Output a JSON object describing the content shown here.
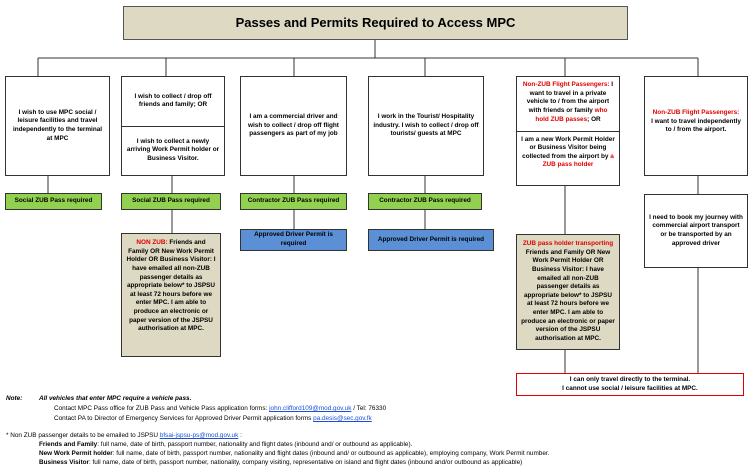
{
  "title": "Passes and Permits Required to Access MPC",
  "columns": [
    {
      "statement": "I wish to use MPC social / leisure facilities and travel independently to the terminal at MPC",
      "pass": "Social ZUB Pass required"
    },
    {
      "statement_a": "I wish to collect / drop off friends and family; OR",
      "statement_b": "I wish to collect a newly arriving Work Permit holder or Business Visitor.",
      "pass": "Social ZUB Pass required",
      "note_prefix": "NON ZUB:",
      "note_text": " Friends and Family OR New Work Permit Holder OR Business Visitor: I have emailed all non-ZUB passenger details as appropriate below* to JSPSU at least 72 hours before we enter MPC. I am able to produce an electronic or paper version of the JSPSU authorisation at MPC."
    },
    {
      "statement": "I am a commercial driver and wish to collect / drop off flight passengers as part of my job",
      "pass": "Contractor ZUB Pass required",
      "permit": "Approved Driver Permit is required"
    },
    {
      "statement": "I work in the Tourist/ Hospitality industry. I wish to collect / drop off tourists/ guests at MPC",
      "pass": "Contractor ZUB Pass required",
      "permit": "Approved Driver Permit is required"
    },
    {
      "a_red1": "Non-ZUB Flight Passengers:",
      "a_text1": " I want to travel in a private vehicle to / from the airport with friends or family ",
      "a_red2": "who hold ZUB passes",
      "a_text2": "; OR",
      "b_text": "I am a new Work Permit Holder or Business Visitor being collected from the airport by ",
      "b_red": "a ZUB pass holder",
      "c_red": "ZUB pass holder transporting",
      "c_text": " Friends and Family OR New Work Permit Holder OR Business Visitor: I have emailed all non-ZUB passenger details as appropriate below* to JSPSU at least 72 hours before we enter MPC. I am able to produce an electronic or paper version of the JSPSU authorisation at MPC."
    },
    {
      "a_red": "Non-ZUB Flight Passengers:",
      "a_text": " I want to travel independently to / from the airport.",
      "b_text": "I need to book my journey with commercial airport transport or be transported by an approved driver"
    }
  ],
  "bottom_box": {
    "line1": "I can only travel directly to the terminal.",
    "line2": "I cannot use social / leisure facilities at MPC."
  },
  "notes": {
    "label": "Note:",
    "vehicles": "All vehicles that enter MPC require a vehicle pass.",
    "contact1_pre": "Contact  MPC Pass office for ZUB Pass and Vehicle Pass application forms: ",
    "contact1_link": "john.clifford109@mod.gov.uk",
    "contact1_post": " / Tel: 76330",
    "contact2_pre": "Contact PA to Director of Emergency Services for Approved Driver Permit application forms ",
    "contact2_link": "pa.desis@sec.gov.fk",
    "footnote_pre": "* Non ZUB passenger details to be emailed to JSPSU ",
    "footnote_link": "bfsai-jspsu-ps@mod.gov.uk",
    "footnote_post": " :",
    "ff_label": "Friends and Family",
    "ff_text": ": full name, date of birth, passport number, nationality and flight dates (inbound and/ or outbound as applicable).",
    "nwp_label": "New Work Permit holder",
    "nwp_text": ": full name, date of birth, passport number, nationality and flight dates (inbound and/ or outbound as applicable), employing company, Work Permit number.",
    "bv_label": "Business Visitor",
    "bv_text": ": full name, date of birth, passport number, nationality, company visiting, representative on island and flight dates (inbound and/or outbound as applicable)"
  }
}
